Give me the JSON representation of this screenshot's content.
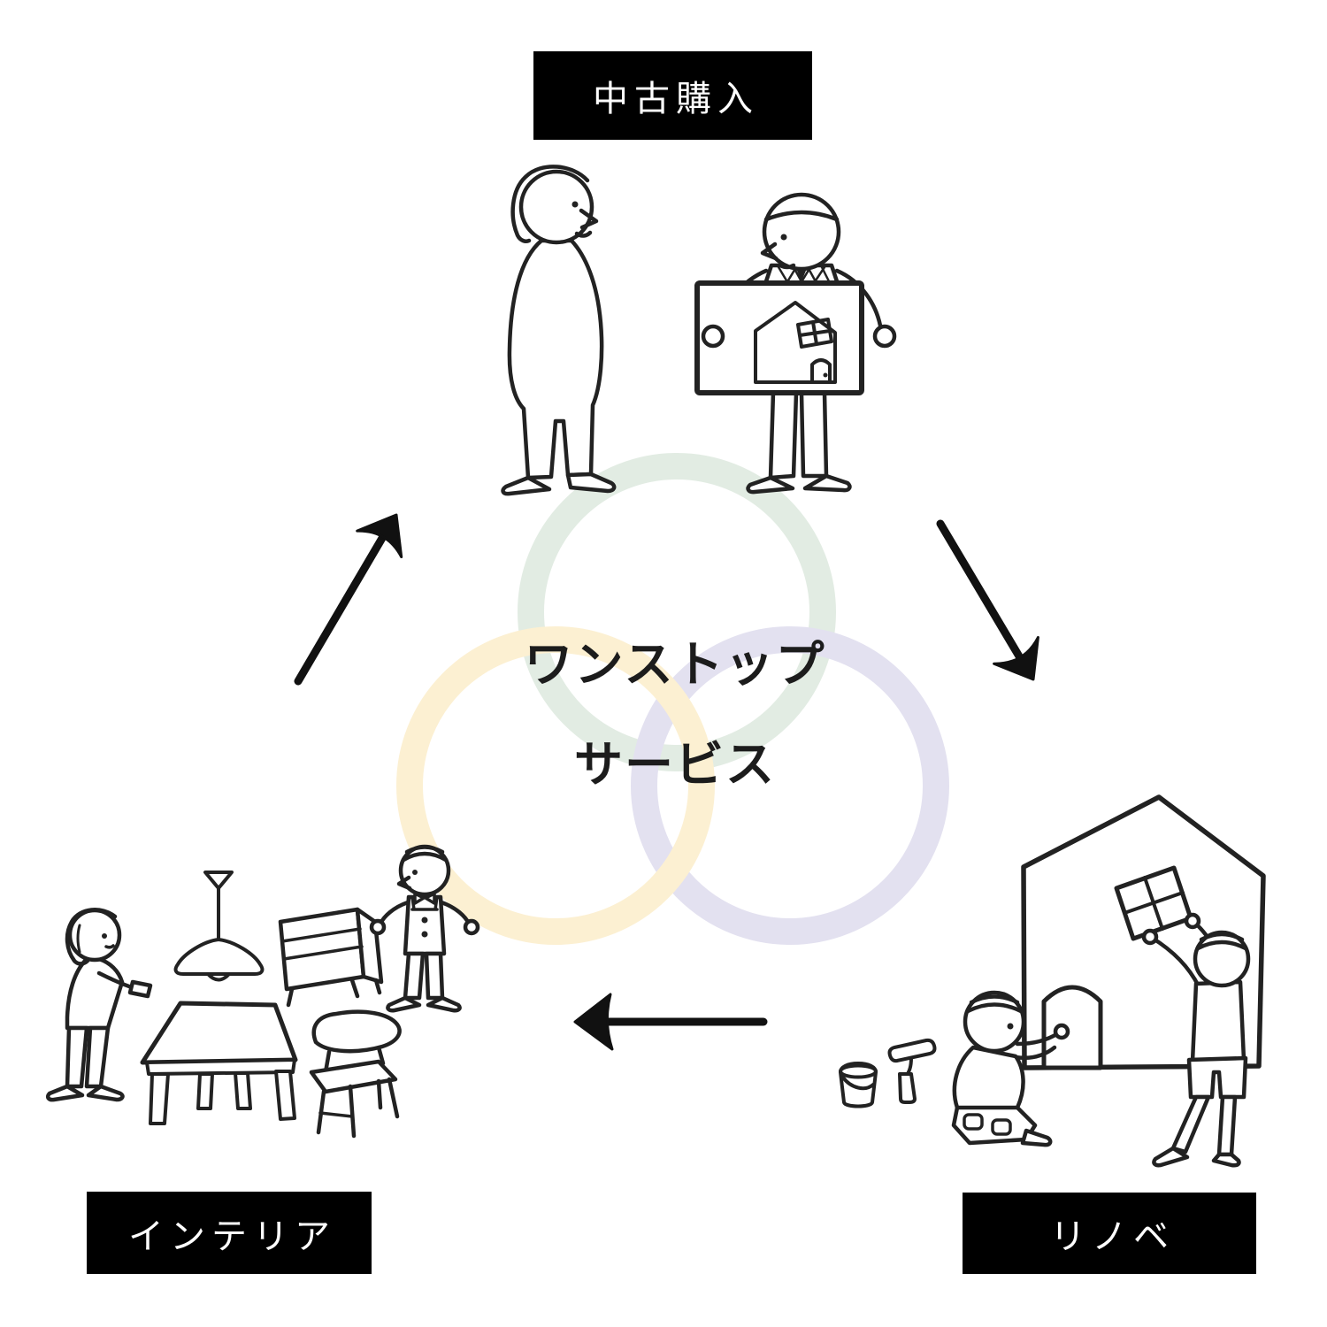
{
  "diagram": {
    "title_line1": "ワンストップ",
    "title_line2": "サービス",
    "nodes": [
      {
        "id": "used-purchase",
        "label": "中古購入",
        "position": "top"
      },
      {
        "id": "renovation",
        "label": "リノベ",
        "position": "bottom-right"
      },
      {
        "id": "interior",
        "label": "インテリア",
        "position": "bottom-left"
      }
    ],
    "flow": [
      "used-purchase -> renovation",
      "renovation -> interior",
      "interior -> used-purchase"
    ],
    "colors": {
      "background": "#ffffff",
      "label_bg": "#000000",
      "label_text": "#ffffff",
      "ink": "#222222",
      "arrow": "#111111",
      "ring_green": "#e2ece3",
      "ring_yellow": "#fcf0d2",
      "ring_purple": "#e3e1f0"
    }
  }
}
